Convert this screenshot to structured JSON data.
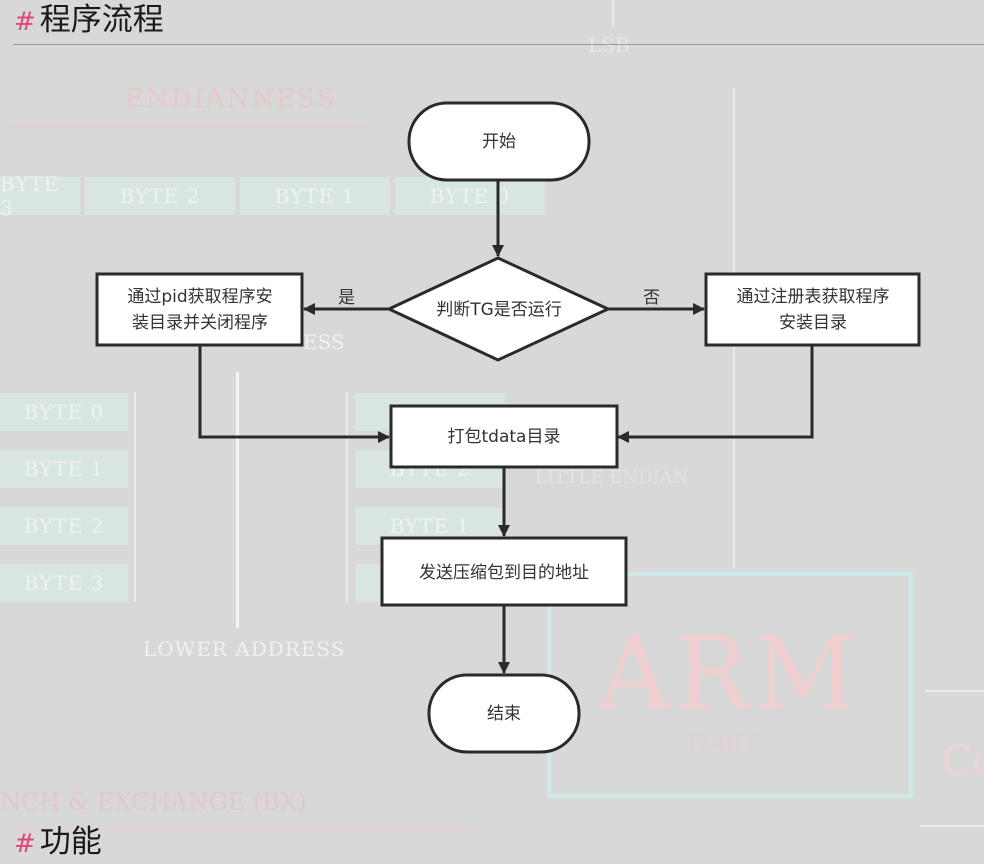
{
  "section_title": {
    "hash": "#",
    "text": "程序流程"
  },
  "next_section_title": {
    "hash": "#",
    "text": "功能"
  },
  "background": {
    "endianness_title": "ENDIANNESS",
    "row_bytes": [
      "BYTE 3",
      "BYTE 2",
      "BYTE 1",
      "BYTE 0"
    ],
    "left_bytes": [
      "BYTE 0",
      "BYTE 1",
      "BYTE 2",
      "BYTE 3"
    ],
    "right_bytes": [
      "",
      "BYTE 2",
      "BYTE 1",
      ""
    ],
    "higher_address_fragment": "ESS",
    "lower_address": "LOWER ADDRESS",
    "lsb": "LSB",
    "little_endian": "LITTLE ENDIAN",
    "arm_title": "ARM",
    "arm_sub": "32-BIT",
    "branch": "NCH & EXCHANGE (BX)",
    "side_fragment": "Co"
  },
  "flowchart": {
    "nodes": {
      "start": "开始",
      "decision": "判断TG是否运行",
      "yes_branch": [
        "通过pid获取程序安",
        "装目录并关闭程序"
      ],
      "no_branch": [
        "通过注册表获取程序",
        "安装目录"
      ],
      "pack": "打包tdata目录",
      "send": "发送压缩包到目的地址",
      "end": "结束"
    },
    "edge_labels": {
      "yes": "是",
      "no": "否"
    }
  }
}
